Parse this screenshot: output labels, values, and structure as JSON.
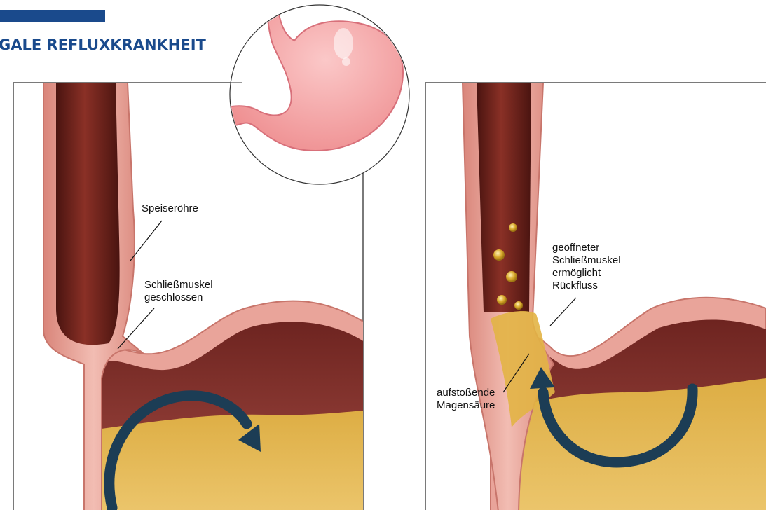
{
  "header": {
    "title": "GALE REFLUXKRANKHEIT",
    "accent_color": "#1a4a8c"
  },
  "left_panel": {
    "label_esophagus": "Speiseröhre",
    "label_sphincter_line1": "Schließmuskel",
    "label_sphincter_line2": "geschlossen"
  },
  "right_panel": {
    "label_open_line1": "geöffneter",
    "label_open_line2": "Schließmuskel",
    "label_open_line3": "ermöglicht",
    "label_open_line4": "Rückfluss",
    "label_acid_line1": "aufstoßende",
    "label_acid_line2": "Magensäure"
  },
  "colors": {
    "lumen": "#7a2a22",
    "wall": "#e9a49a",
    "stomach_lining": "#8e3a34",
    "gastric_fluid": "#e8bf55",
    "arrow": "#1c3d55",
    "acid_bubble": "#c99a1c"
  }
}
